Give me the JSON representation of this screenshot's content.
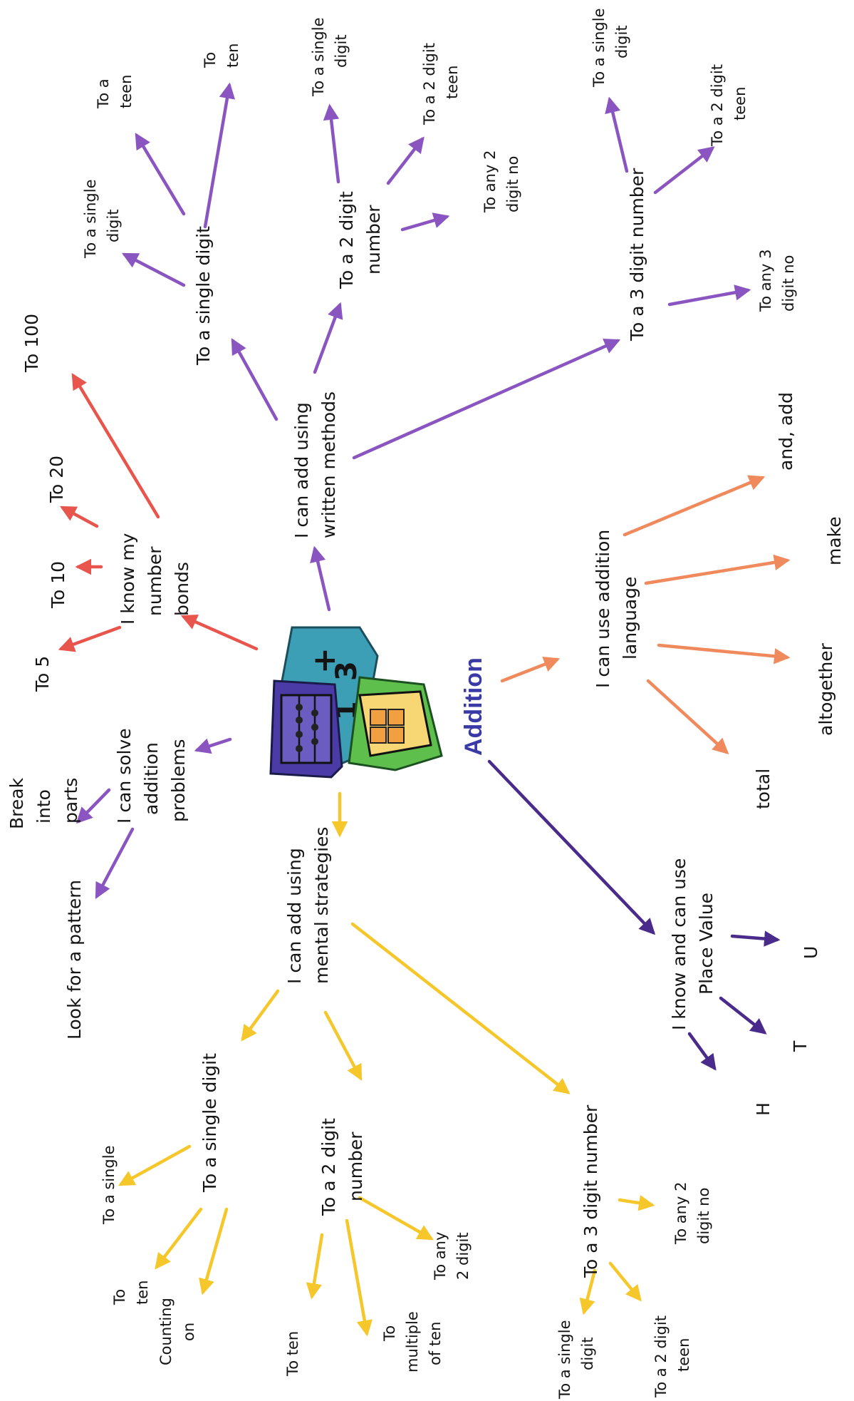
{
  "colors": {
    "red": "#e8554d",
    "purple": "#8a55c0",
    "yellow": "#f5c72a",
    "orange": "#f08a5d",
    "indigo": "#4a2a8a",
    "title": "#3a3aa6"
  },
  "title": "Addition",
  "center_icon": "maths-clipart-icon",
  "branches": {
    "number_bonds": {
      "label": [
        "I know my",
        "number",
        "bonds"
      ],
      "to5": "To 5",
      "to10": "To 10",
      "to20": "To 20",
      "to100": "To 100"
    },
    "written": {
      "label": [
        "I can add using",
        "written methods"
      ],
      "single": {
        "label": "To a single digit",
        "to_single": [
          "To a single",
          "digit"
        ],
        "to_teen": [
          "To a",
          "teen"
        ],
        "to_ten": [
          "To",
          "ten"
        ]
      },
      "two_digit": {
        "label": [
          "To a 2 digit",
          "number"
        ],
        "to_single": [
          "To a single",
          "digit"
        ],
        "to_teen": [
          "To a 2 digit",
          "teen"
        ],
        "to_any": [
          "To any 2",
          "digit no"
        ]
      },
      "three_digit": {
        "label": "To a 3 digit number",
        "to_single": [
          "To a single",
          "digit"
        ],
        "to_teen": [
          "To a 2 digit",
          "teen"
        ],
        "to_any": [
          "To any 3",
          "digit no"
        ]
      }
    },
    "problems": {
      "label": [
        "I can solve",
        "addition",
        "problems"
      ],
      "break": [
        "Break",
        "into",
        "parts"
      ],
      "pattern": "Look for a pattern"
    },
    "mental": {
      "label": [
        "I can add using",
        "mental strategies"
      ],
      "single": {
        "label": "To a single digit",
        "to_single": "To a single",
        "to_ten": [
          "To",
          "ten"
        ],
        "counting": [
          "Counting",
          "on"
        ]
      },
      "two_digit": {
        "label": [
          "To a 2 digit",
          "number"
        ],
        "to_ten": "To ten",
        "to_multiple": [
          "To",
          "multiple",
          "of ten"
        ],
        "to_any": [
          "To any",
          "2 digit"
        ]
      },
      "three_digit": {
        "label": "To a 3 digit number",
        "to_any": [
          "To any 2",
          "digit no"
        ],
        "to_single": [
          "To a single",
          "digit"
        ],
        "to_teen": [
          "To a 2 digit",
          "teen"
        ]
      }
    },
    "language": {
      "label": [
        "I can use addition",
        "language"
      ],
      "and_add": "and, add",
      "make": "make",
      "altogether": "altogether",
      "total": "total"
    },
    "place_value": {
      "label": [
        "I know and can use",
        "Place Value"
      ],
      "h": "H",
      "t": "T",
      "u": "U"
    }
  }
}
